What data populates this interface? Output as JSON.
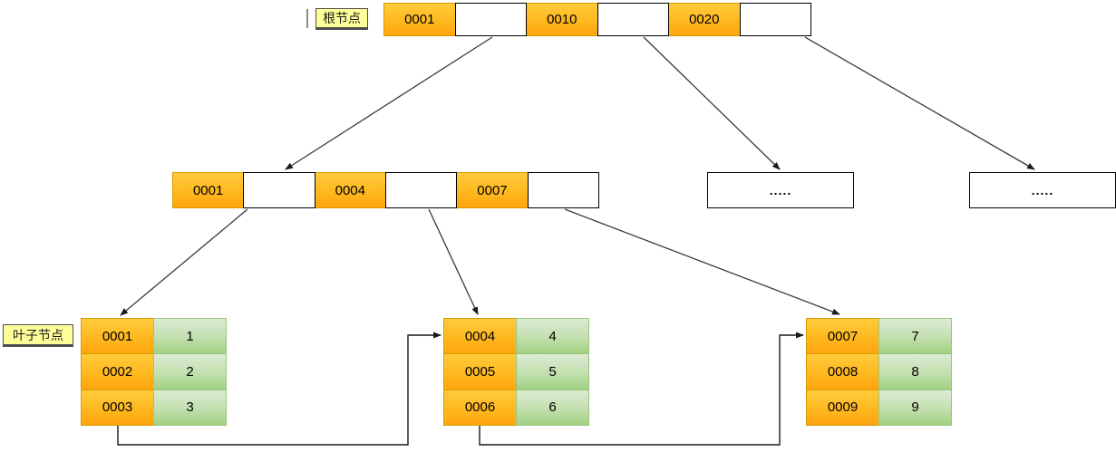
{
  "labels": {
    "root_node": "根节点",
    "leaf_node": "叶子节点"
  },
  "root_node": {
    "cells": [
      "0001",
      "",
      "0010",
      "",
      "0020",
      ""
    ]
  },
  "internal_node": {
    "cells": [
      "0001",
      "",
      "0004",
      "",
      "0007",
      ""
    ]
  },
  "collapsed_nodes": [
    {
      "text": "....."
    },
    {
      "text": "....."
    }
  ],
  "leaf_nodes": [
    {
      "rows": [
        {
          "key": "0001",
          "value": "1"
        },
        {
          "key": "0002",
          "value": "2"
        },
        {
          "key": "0003",
          "value": "3"
        }
      ]
    },
    {
      "rows": [
        {
          "key": "0004",
          "value": "4"
        },
        {
          "key": "0005",
          "value": "5"
        },
        {
          "key": "0006",
          "value": "6"
        }
      ]
    },
    {
      "rows": [
        {
          "key": "0007",
          "value": "7"
        },
        {
          "key": "0008",
          "value": "8"
        },
        {
          "key": "0009",
          "value": "9"
        }
      ]
    }
  ],
  "colors": {
    "key_cell_gradient_top": "#ffcb3c",
    "key_cell_gradient_bottom": "#ffa50f",
    "key_cell_border": "#d79b00",
    "value_cell_gradient_top": "#dcebd5",
    "value_cell_gradient_bottom": "#a0d181",
    "value_cell_border": "#9cc67d",
    "pointer_cell_bg": "#ffffff",
    "label_bg": "#ffff99",
    "connector": "#3a3a3a"
  }
}
